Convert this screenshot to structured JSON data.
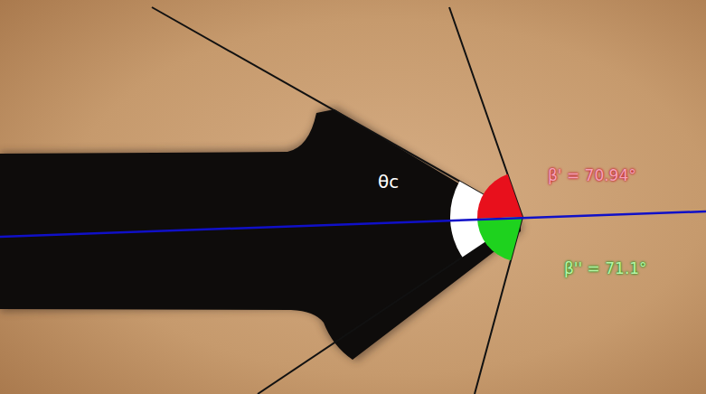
{
  "diagram": {
    "labels": [
      "θc",
      "β' = 70.94°",
      "β'' = 71.1°"
    ]
  }
}
